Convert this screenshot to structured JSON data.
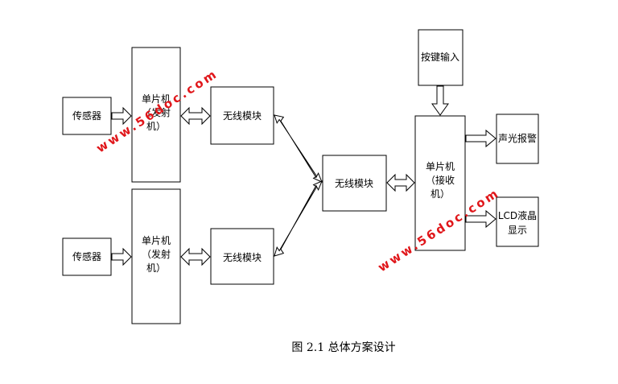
{
  "blocks": {
    "sensor_top": "传感器",
    "sensor_bottom": "传感器",
    "mcu_tx_top": [
      "单片机",
      "（发射",
      "机）"
    ],
    "mcu_tx_bottom": [
      "单片机",
      "（发射",
      "机）"
    ],
    "wireless_top": "无线模块",
    "wireless_bottom": "无线模块",
    "wireless_center": "无线模块",
    "key_input": "按键输入",
    "mcu_rx": [
      "单片机",
      "（接收",
      "机）"
    ],
    "alarm": "声光报警",
    "lcd": [
      "LCD液晶",
      "显示"
    ]
  },
  "watermarks": [
    "www.56doc.com",
    "www.56doc.com"
  ],
  "caption": "图 2.1 总体方案设计",
  "colors": {
    "watermark": "#e0161a",
    "stroke": "#000000"
  }
}
